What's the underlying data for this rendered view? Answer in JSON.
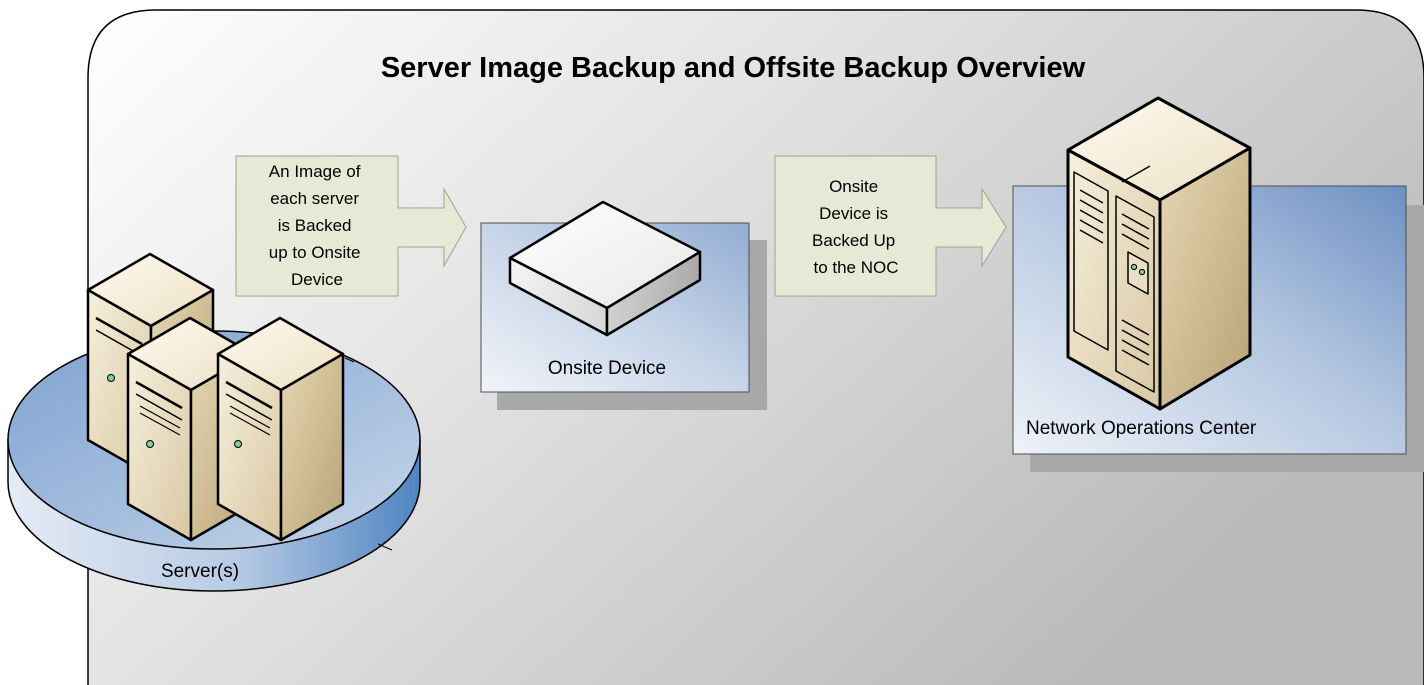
{
  "title": "Server Image Backup and Offsite Backup Overview",
  "callout_1": {
    "lines": [
      "An Image of",
      "each server",
      "is Backed",
      "up to Onsite",
      "Device"
    ]
  },
  "callout_2": {
    "lines": [
      "Onsite",
      "Device is",
      "Backed Up",
      "to the NOC"
    ]
  },
  "onsite_device": {
    "label": "Onsite Device"
  },
  "noc": {
    "label": "Network Operations Center"
  },
  "servers": {
    "label": "Server(s)"
  },
  "colors": {
    "panel_gradient_start": "#ffffff",
    "panel_gradient_end": "#bdbdbd",
    "blue_box_light": "#e9eef6",
    "blue_box_dark": "#6b8fc1",
    "callout_fill": "#e4ead6",
    "server_beige": "#e8dcc0"
  }
}
